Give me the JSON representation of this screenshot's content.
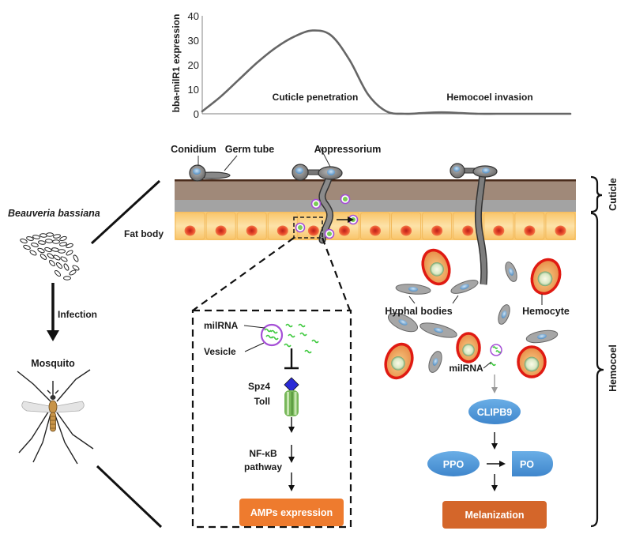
{
  "chart_data": {
    "type": "line",
    "title": "",
    "xlabel": "",
    "ylabel": "bba-milR1 expression",
    "ylim": [
      0,
      40
    ],
    "yticks": [
      0,
      10,
      20,
      30,
      40
    ],
    "xlim": [
      0,
      100
    ],
    "grid": false,
    "legend": "none",
    "series": [
      {
        "name": "bba-milR1 expression",
        "x": [
          0,
          5,
          10,
          15,
          20,
          25,
          30,
          35,
          40,
          45,
          50,
          55,
          60,
          65,
          70,
          75,
          80,
          85,
          90,
          95,
          100
        ],
        "y": [
          1,
          7,
          14,
          21,
          27,
          31.5,
          34,
          32,
          22,
          8,
          1,
          0,
          0.3,
          0.6,
          0.3,
          0,
          0,
          0,
          0,
          0,
          0
        ]
      }
    ],
    "annotations": [
      "Cuticle penetration",
      "Hemocoel invasion"
    ]
  },
  "labels": {
    "conidium": "Conidium",
    "germ_tube": "Germ tube",
    "appressorium": "Appressorium",
    "fat_body": "Fat body",
    "cuticle": "Cuticle",
    "hemocoel": "Hemocoel",
    "beauveria": "Beauveria bassiana",
    "infection": "Infection",
    "mosquito": "Mosquito",
    "milrna": "milRNA",
    "vesicle": "Vesicle",
    "spz4": "Spz4",
    "toll": "Toll",
    "nfkb_line1": "NF-κB",
    "nfkb_line2": "pathway",
    "amps": "AMPs expression",
    "hyphal_bodies": "Hyphal bodies",
    "hemocyte": "Hemocyte",
    "milrna_hemocoel": "milRNA",
    "clipb9": "CLIPB9",
    "ppo": "PPO",
    "po": "PO",
    "melanization": "Melanization"
  },
  "colors": {
    "cuticle_top": "#4a2c1c",
    "cuticle_brown": "#a08979",
    "cuticle_grey": "#a3a3a3",
    "fat_body": "#fbd27e",
    "nucleus": "#e8492a",
    "vesicle": "#a54fd6",
    "milrna": "#3ec93e",
    "amps_box": "#ee7b2e",
    "melanization_box": "#d4662a",
    "enzyme": "#4f97d8",
    "spz4": "#2a2ad6",
    "toll": "#78b85a",
    "hemocyte_ring": "#e01a12",
    "hyphal_body": "#9a9a9a"
  }
}
